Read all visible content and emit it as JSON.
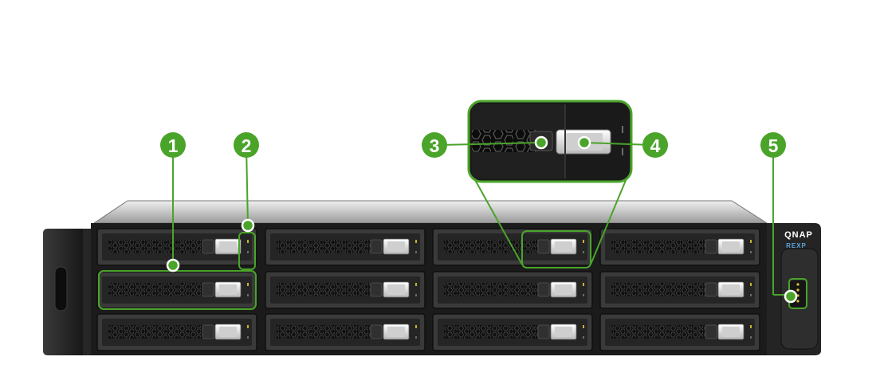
{
  "device": {
    "brand": "QNAP",
    "model": "REXP",
    "bay_count": 12
  },
  "callouts": [
    {
      "number": "1"
    },
    {
      "number": "2"
    },
    {
      "number": "3"
    },
    {
      "number": "4"
    },
    {
      "number": "5"
    }
  ],
  "colors": {
    "accent": "#4aa42a",
    "chassis": "#1e1e1e",
    "tray": "#2b2b2b",
    "latch": "#d9d9d9"
  }
}
